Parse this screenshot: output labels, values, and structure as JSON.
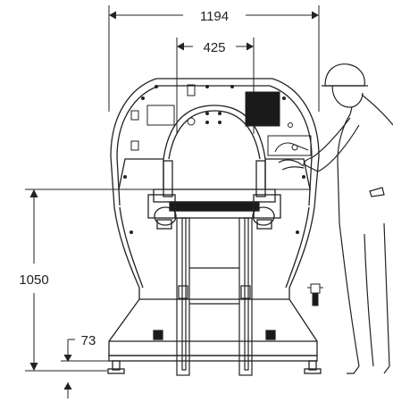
{
  "dimensions": {
    "overall_width": "1194",
    "inner_width": "425",
    "working_height": "1050",
    "base_clearance": "73"
  },
  "colors": {
    "line": "#222222",
    "background": "#ffffff"
  }
}
